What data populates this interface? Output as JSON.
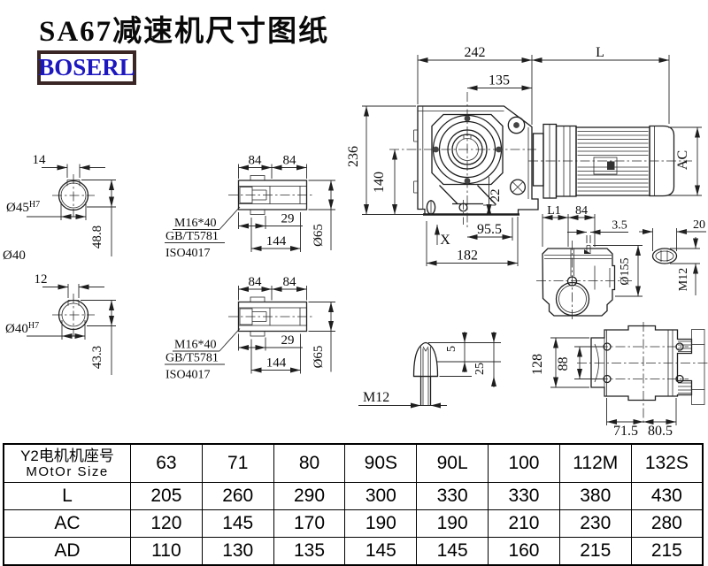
{
  "title": "SA67减速机尺寸图纸",
  "logo": "BOSERL",
  "views": {
    "shaft_top": {
      "keyway_w": "14",
      "bore": "Ø45",
      "fit": "H7",
      "depth": "48.8",
      "od": "Ø40"
    },
    "shaft_bottom": {
      "keyway_w": "12",
      "bore": "Ø40",
      "fit": "H7",
      "depth": "43.3"
    },
    "sleeve": {
      "seg1": "84",
      "seg2": "84",
      "bolt_depth": "29",
      "length": "144",
      "dia": "Ø65",
      "bolt": "M16*40",
      "std1": "GB/T5781",
      "std2": "ISO4017"
    },
    "main": {
      "width": "242",
      "motor_len": "L",
      "center_w": "135",
      "height": "236",
      "center_h": "140",
      "plug": "22",
      "foot1": "95.5",
      "foot2": "182",
      "x_mark": "X",
      "motor_dia": "AC"
    },
    "side": {
      "l1": "L1",
      "w84": "84",
      "gap": "3.5",
      "flange_dia": "Ø155"
    },
    "plug": {
      "width": "20",
      "thread": "M12"
    },
    "breather": {
      "thread": "M12",
      "tip": "5",
      "length": "25"
    },
    "bottom": {
      "height": "128",
      "hole_span": "88",
      "w1": "71.5",
      "w2": "80.5"
    }
  },
  "table": {
    "header_line1": "Y2电机机座号",
    "header_line2": "MOtOr Size",
    "sizes": [
      "63",
      "71",
      "80",
      "90S",
      "90L",
      "100",
      "112M",
      "132S"
    ],
    "rows": [
      {
        "label": "L",
        "values": [
          "205",
          "260",
          "290",
          "300",
          "330",
          "330",
          "380",
          "430"
        ]
      },
      {
        "label": "AC",
        "values": [
          "120",
          "145",
          "170",
          "190",
          "190",
          "210",
          "230",
          "280"
        ]
      },
      {
        "label": "AD",
        "values": [
          "110",
          "130",
          "135",
          "145",
          "145",
          "160",
          "215",
          "215"
        ]
      }
    ]
  }
}
